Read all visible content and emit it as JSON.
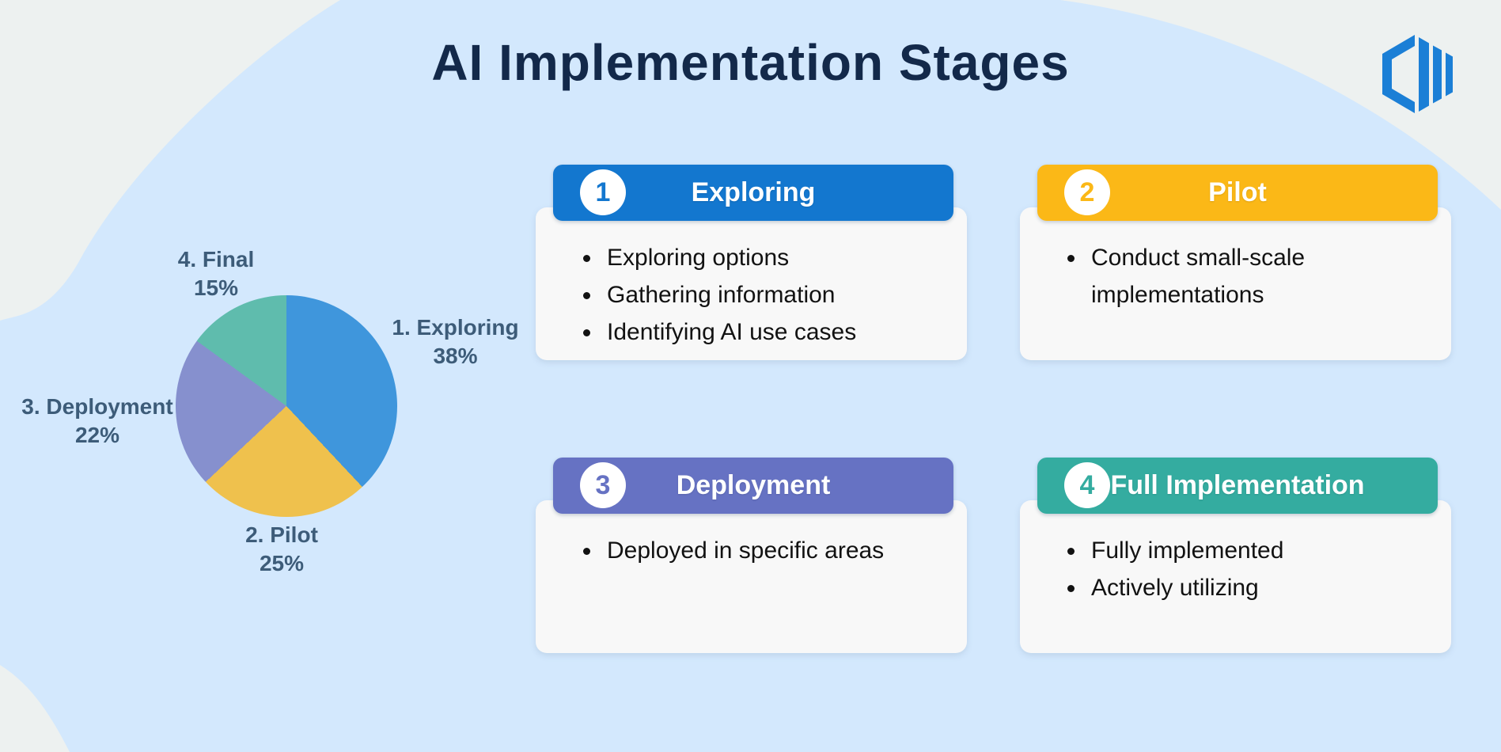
{
  "page": {
    "title": "AI Implementation Stages"
  },
  "colors": {
    "background_base": "#edf1f0",
    "background_cloud": "#d3e8fd",
    "title_text": "#13294a",
    "pie_label_text": "#3d5c79",
    "card_body_bg": "#f8f8f8",
    "bullet_text": "#121212",
    "logo_blue": "#1b7fd6"
  },
  "chart_data": {
    "type": "pie",
    "title": "AI Implementation Stages share",
    "labels": [
      "1. Exploring",
      "2. Pilot",
      "3. Deployment",
      "4. Final"
    ],
    "values": [
      38,
      25,
      22,
      15
    ],
    "pct_labels": [
      "38%",
      "25%",
      "22%",
      "15%"
    ],
    "colors": [
      "#3f96dc",
      "#efc14d",
      "#8690ce",
      "#5fbcad"
    ],
    "start_angle_deg": 0,
    "direction": "clockwise",
    "legend_position": "around-slices"
  },
  "stages": [
    {
      "number": "1",
      "title": "Exploring",
      "color": "#1377cf",
      "bullets": [
        "Exploring options",
        "Gathering information",
        "Identifying AI use cases"
      ]
    },
    {
      "number": "2",
      "title": "Pilot",
      "color": "#fbb817",
      "bullets": [
        "Conduct small-scale implementations"
      ]
    },
    {
      "number": "3",
      "title": "Deployment",
      "color": "#6672c3",
      "bullets": [
        "Deployed in specific areas"
      ]
    },
    {
      "number": "4",
      "title": "Full Implementation",
      "color": "#34aca0",
      "bullets": [
        "Fully implemented",
        "Actively utilizing"
      ]
    }
  ]
}
